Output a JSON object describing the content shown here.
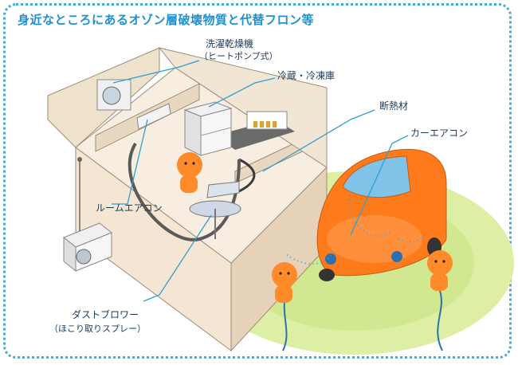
{
  "title": "身近なところにあるオゾン層破壊物質と代替フロン等",
  "labels": {
    "washer_dryer": "洗濯乾燥機",
    "washer_dryer_sub": "（ヒートポンプ式）",
    "fridge": "冷蔵・冷凍庫",
    "insulation": "断熱材",
    "car_ac": "カーエアコン",
    "room_ac": "ルームエアコン",
    "dust_blower": "ダストブロワー",
    "dust_blower_sub": "（ほこり取りスプレー）"
  },
  "colors": {
    "frame": "#4aa8d8",
    "title": "#1f8fd0",
    "leader": "#2d9fd6",
    "car": "#ff7a1a",
    "lawn": "#d8ec9a",
    "mascot": "#ff8a2a"
  },
  "icons": [
    "washer-icon",
    "fridge-icon",
    "room-ac-icon",
    "outdoor-unit-icon",
    "car-icon",
    "mascot-icon",
    "spray-can-icon"
  ]
}
